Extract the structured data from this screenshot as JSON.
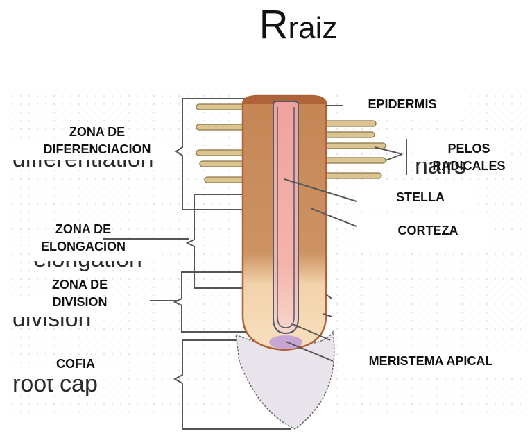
{
  "title": {
    "initial": "R",
    "rest": "raiz"
  },
  "labels": {
    "zona_diferenciacion": "ZONA DE\nDIFERENCIACION",
    "zona_elongacion": "ZONA DE\nELONGACION",
    "zona_division": "ZONA DE\nDIVISION",
    "cofia": "COFIA",
    "epidermis": "EPIDERMIS",
    "pelos_radicales": "PELOS\nRADICALES",
    "stella": "STELLA",
    "corteza": "CORTEZA",
    "meristema_apical": "MERISTEMA APICAL"
  },
  "ghost_text": {
    "differentiation": "differentiation",
    "elongation": "elongation",
    "division": "division",
    "root_cap": "root cap",
    "hairs": "hairs"
  },
  "colors": {
    "epidermis_cap": "#b0623a",
    "cortex_brown": "#c58555",
    "cortex_light": "#f2d2aa",
    "stele_pink": "#f0aaa6",
    "stele_edge": "#505a6e",
    "hair": "#dcc490",
    "hair_edge": "#8a7448",
    "root_cap_fill": "#e9e4ec",
    "meristem": "#c8a6d4",
    "bracket": "#555555"
  }
}
